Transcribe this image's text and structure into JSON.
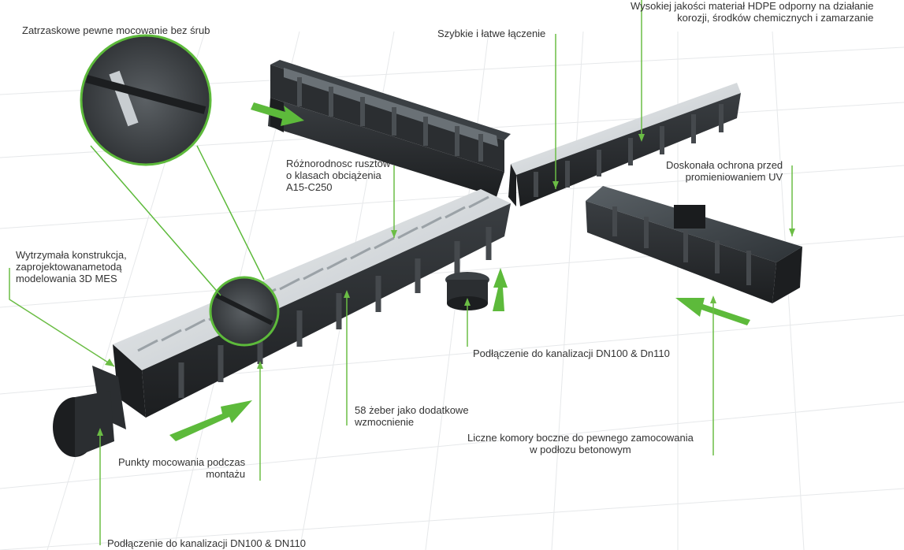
{
  "colors": {
    "callout_line": "#6bbd45",
    "arrow": "#5dba3b",
    "channel_body": "#2b2e31",
    "grate_galvanized": "#d5d9dc",
    "grate_cast_iron": "#3b4044",
    "grid": "#e6e8ea"
  },
  "callouts": {
    "snap_fixing": [
      "Zatrzaskowe pewne mocowanie bez śrub"
    ],
    "fast_connection": [
      "Szybkie i łatwe łączenie"
    ],
    "hdpe_material": [
      "Wysokiej jakości materiał HDPE odporny na działanie",
      "korozji, środków chemicznych i zamarzanie"
    ],
    "uv_protection": [
      "Doskonała ochrona przed",
      "promieniowaniem UV"
    ],
    "grate_classes": [
      "Różnorodnosc rusztów",
      "o klasach obciążenia",
      "A15-C250"
    ],
    "construction": [
      "Wytrzymała konstrukcja,",
      "zaprojektowanametodą",
      "modelowania 3D MES"
    ],
    "sewer_center": [
      "Podłączenie do kanalizacji DN100 & Dn110"
    ],
    "ribs": [
      "58 żeber jako dodatkowe",
      "wzmocnienie"
    ],
    "side_chambers": [
      "Liczne komory boczne do pewnego zamocowania",
      "w podłozu betonowym"
    ],
    "mount_points": [
      "Punkty mocowania podczas",
      "montażu"
    ],
    "sewer_bottom": [
      "Podłączenie do kanalizacji DN100 & DN110"
    ]
  },
  "icons": [
    "green-direction-arrow",
    "magnifier-circle",
    "end-cap",
    "outlet-pipe",
    "drain-outlet"
  ]
}
